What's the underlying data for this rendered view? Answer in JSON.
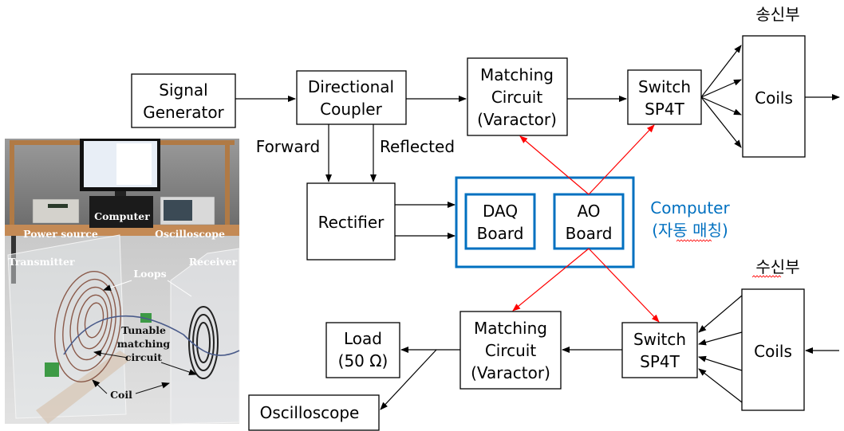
{
  "photo": {
    "labels": {
      "computer": "Computer",
      "power_source": "Power source",
      "oscilloscope": "Oscilloscope",
      "transmitter": "Transmitter",
      "receiver": "Receiver",
      "loops": "Loops",
      "tunable_1": "Tunable",
      "tunable_2": "matching",
      "tunable_3": "circuit",
      "coil": "Coil"
    }
  },
  "diagram": {
    "transmitter_header": "송신부",
    "receiver_header": "수신부",
    "signal_generator": [
      "Signal",
      "Generator"
    ],
    "directional_coupler": [
      "Directional",
      "Coupler"
    ],
    "tx_matching": [
      "Matching",
      "Circuit",
      "(Varactor)"
    ],
    "tx_switch": [
      "Switch",
      "SP4T"
    ],
    "tx_coils": "Coils",
    "forward_label": "Forward",
    "reflected_label": "Reflected",
    "rectifier": "Rectifier",
    "daq_board": [
      "DAQ",
      "Board"
    ],
    "ao_board": [
      "AO",
      "Board"
    ],
    "computer_label": [
      "Computer",
      "(자동 매칭)"
    ],
    "load": [
      "Load",
      "(50 Ω)"
    ],
    "oscilloscope": "Oscilloscope",
    "rx_matching": [
      "Matching",
      "Circuit",
      "(Varactor)"
    ],
    "rx_switch": [
      "Switch",
      "SP4T"
    ],
    "rx_coils": "Coils",
    "colors": {
      "computer_accent": "#0070c0",
      "control_lines": "#ff0000",
      "signal_lines": "#000000"
    }
  }
}
